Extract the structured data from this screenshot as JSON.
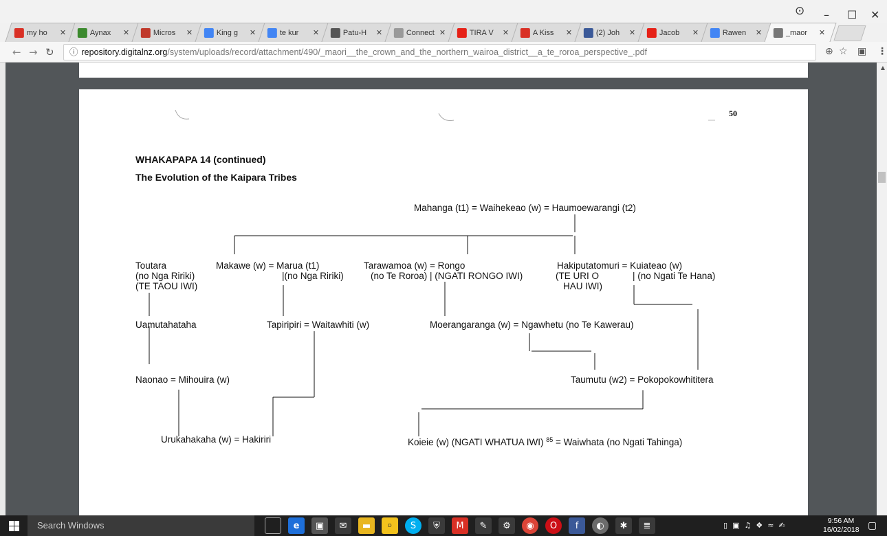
{
  "window": {
    "account_icon": "account-circle-icon",
    "minimize": "–",
    "maximize": "☐",
    "close": "✕"
  },
  "tabs": [
    {
      "label": "my ho",
      "icon": "gmail-icon",
      "color": "#d93025"
    },
    {
      "label": "Aynax",
      "icon": "aynax-icon",
      "color": "#3c8a2e"
    },
    {
      "label": "Micros",
      "icon": "microsoft-icon",
      "color": "#c0392b"
    },
    {
      "label": "King g",
      "icon": "google-icon",
      "color": "#4285f4"
    },
    {
      "label": "te kur",
      "icon": "google-icon",
      "color": "#4285f4"
    },
    {
      "label": "Patu-H",
      "icon": "dictionary-icon",
      "color": "#555555"
    },
    {
      "label": "Connect t",
      "icon": "blank-page-icon",
      "color": "#999999"
    },
    {
      "label": "TIRA V",
      "icon": "youtube-icon",
      "color": "#e62117"
    },
    {
      "label": "A Kiss",
      "icon": "calendar-icon",
      "color": "#d93025"
    },
    {
      "label": "(2) Joh",
      "icon": "facebook-icon",
      "color": "#3b5998"
    },
    {
      "label": "Jacob",
      "icon": "youtube-icon",
      "color": "#e62117"
    },
    {
      "label": "Rawen",
      "icon": "google-icon",
      "color": "#4285f4"
    },
    {
      "label": "_maor",
      "icon": "document-icon",
      "color": "#777777",
      "active": true
    }
  ],
  "address": {
    "host": "repository.digitalnz.org",
    "path": "/system/uploads/record/attachment/490/_maori__the_crown_and_the_northern_wairoa_district__a_te_roroa_perspective_.pdf"
  },
  "document": {
    "page_number": "50",
    "heading": "WHAKAPAPA 14 (continued)",
    "subheading": "The Evolution of the Kaipara Tribes",
    "rows": {
      "top": "Mahanga (t1)  =  Waihekeao (w)  =  Haumoewarangi (t2)",
      "toutara": "Toutara",
      "toutara_2": "(no Nga Ririki)",
      "toutara_3": "(TE TAOU IWI)",
      "makawe": "Makawe (w)   = Marua (t1)",
      "marua_2": "|(no Nga Ririki)",
      "tarawamoa": "Tarawamoa (w)  =  Rongo",
      "tarawamoa_2": "(no Te Roroa)  |  (NGATI RONGO IWI)",
      "hakiputatomuri": "Hakiputatomuri  =  Kuiateao (w)",
      "hak_2": "(TE URI O",
      "hak_3": "HAU IWI)",
      "kuiateao_2": "|   (no Ngati Te Hana)",
      "uamutahataha": "Uamutahataha",
      "tapiripiri": "Tapiripiri  =  Waitawhiti (w)",
      "moerangaranga": "Moerangaranga (w)  = Ngawhetu (no Te Kawerau)",
      "naonao": "Naonao  =  Mihouira (w)",
      "taumutu": "Taumutu (w2)  =  Pokopokowhititera",
      "urukahakaha": "Urukahakaha (w)  =  Hakiriri",
      "koieie": "Koieie (w) (NGATI WHATUA IWI)",
      "footnote": "85",
      "waiwhata": " =  Waiwhata (no Ngati Tahinga)"
    }
  },
  "taskbar": {
    "search_placeholder": "Search Windows",
    "time": "9:56 AM",
    "date": "16/02/2018"
  }
}
